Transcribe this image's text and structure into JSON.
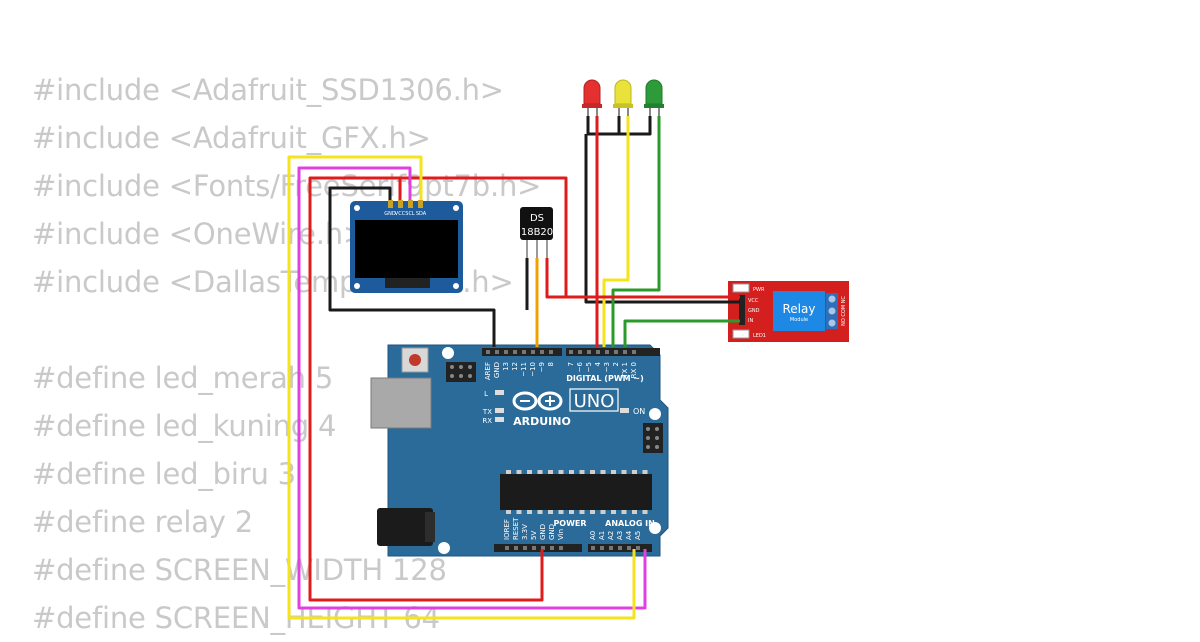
{
  "code_lines": [
    "#include <Adafruit_SSD1306.h>",
    "#include <Adafruit_GFX.h>",
    "#include <Fonts/FreeSerif9pt7b.h>",
    "#include <OneWire.h>",
    "#include <DallasTemperature.h>",
    "",
    "#define led_merah 5",
    "#define led_kuning 4",
    "#define led_biru 3",
    "#define relay 2",
    "#define SCREEN_WIDTH 128",
    "#define SCREEN_HEIGHT 64"
  ],
  "oled": {
    "pins": [
      "GND",
      "VCC",
      "SCL",
      "SDA"
    ]
  },
  "sensor": {
    "line1": "DS",
    "line2": "18B20"
  },
  "relay": {
    "title": "Relay",
    "subtitle": "Module",
    "pins": [
      "VCC",
      "GND",
      "IN"
    ],
    "contacts": "NO COM NC",
    "led_pwr": "PWR",
    "led_1": "LED1"
  },
  "arduino": {
    "uno": "UNO",
    "brand": "ARDUINO",
    "on_label": "ON",
    "l_label": "L",
    "tx_label": "TX",
    "rx_label": "RX",
    "digital_label": "DIGITAL (PWM ~)",
    "power_label": "POWER",
    "analog_label": "ANALOG IN",
    "digital_pins": [
      "AREF",
      "GND",
      "13",
      "12",
      "~11",
      "~10",
      "~9",
      "8",
      "7",
      "~6",
      "~5",
      "4",
      "~3",
      "2",
      "TX 1",
      "RX 0"
    ],
    "power_pins": [
      "IOREF",
      "RESET",
      "3.3V",
      "5V",
      "GND",
      "GND",
      "Vin"
    ],
    "analog_pins": [
      "A0",
      "A1",
      "A2",
      "A3",
      "A4",
      "A5"
    ]
  },
  "colors": {
    "background": "#ffffff",
    "code_text": "#c9c9c9",
    "board": "#2b6b9a",
    "wire_black": "#1a1a1a",
    "wire_red": "#e01b1b",
    "wire_yellow": "#f5e31c",
    "wire_magenta": "#e040e0",
    "wire_orange": "#f0a000",
    "wire_green": "#2a9a2a",
    "led_red": "#e53030",
    "led_yellow": "#e8e23a",
    "led_green": "#2e9b3a",
    "relay_board": "#d41f1f",
    "relay_block": "#1e88e5"
  }
}
